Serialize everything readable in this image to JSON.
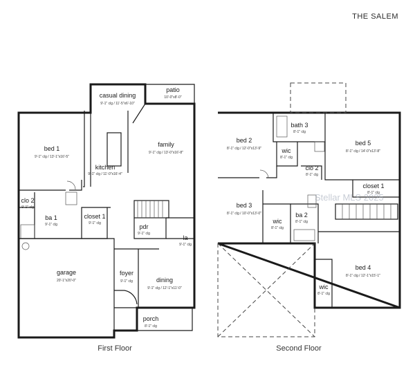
{
  "title": "THE SALEM",
  "first_floor": {
    "caption": "First Floor",
    "rooms": [
      {
        "label": "casual dining",
        "dims": "9'-1\" clg / 11'-5\"x6'-10\""
      },
      {
        "label": "patio",
        "dims": "10'-0\"x8'-0\""
      },
      {
        "label": "bed 1",
        "dims": "9'-1\" clg / 13'-1\"x16'-5\""
      },
      {
        "label": "family",
        "dims": "9'-1\" clg / 13'-0\"x16'-8\""
      },
      {
        "label": "kitchen",
        "dims": "9'-1\" clg / 11'-0\"x16'-4\""
      },
      {
        "label": "clo 2",
        "dims": "9'-1\" clg"
      },
      {
        "label": "ba 1",
        "dims": "9'-1\" clg"
      },
      {
        "label": "closet 1",
        "dims": "9'-1\" clg"
      },
      {
        "label": "pdr",
        "dims": "9'-1\" clg"
      },
      {
        "label": "la",
        "dims": "9'-1\" clg"
      },
      {
        "label": "garage",
        "dims": "20'-1\"x20'-0\""
      },
      {
        "label": "foyer",
        "dims": "9'-1\" clg"
      },
      {
        "label": "dining",
        "dims": "9'-1\" clg / 12'-1\"x11'-0\""
      },
      {
        "label": "porch",
        "dims": "8'-1\" clg"
      }
    ]
  },
  "second_floor": {
    "caption": "Second Floor",
    "rooms": [
      {
        "label": "bed 2",
        "dims": "8'-1\" clg / 12'-0\"x13'-9\""
      },
      {
        "label": "bath 3",
        "dims": "8'-1\" clg"
      },
      {
        "label": "wic",
        "dims": "8'-1\" clg"
      },
      {
        "label": "bed 5",
        "dims": "8'-1\" clg / 14'-0\"x13'-8\""
      },
      {
        "label": "clo 2",
        "dims": "8'-1\" clg"
      },
      {
        "label": "closet 1",
        "dims": "8'-1\" clg"
      },
      {
        "label": "bed 3",
        "dims": "8'-1\" clg / 10'-0\"x13'-0\""
      },
      {
        "label": "wic",
        "dims": "8'-1\" clg"
      },
      {
        "label": "ba 2",
        "dims": "8'-1\" clg"
      },
      {
        "label": "bed 4",
        "dims": "8'-1\" clg / 12'-1\"x15'-1\""
      },
      {
        "label": "wic",
        "dims": "8'-1\" clg"
      }
    ]
  },
  "watermark": "Stellar MLS 2025"
}
